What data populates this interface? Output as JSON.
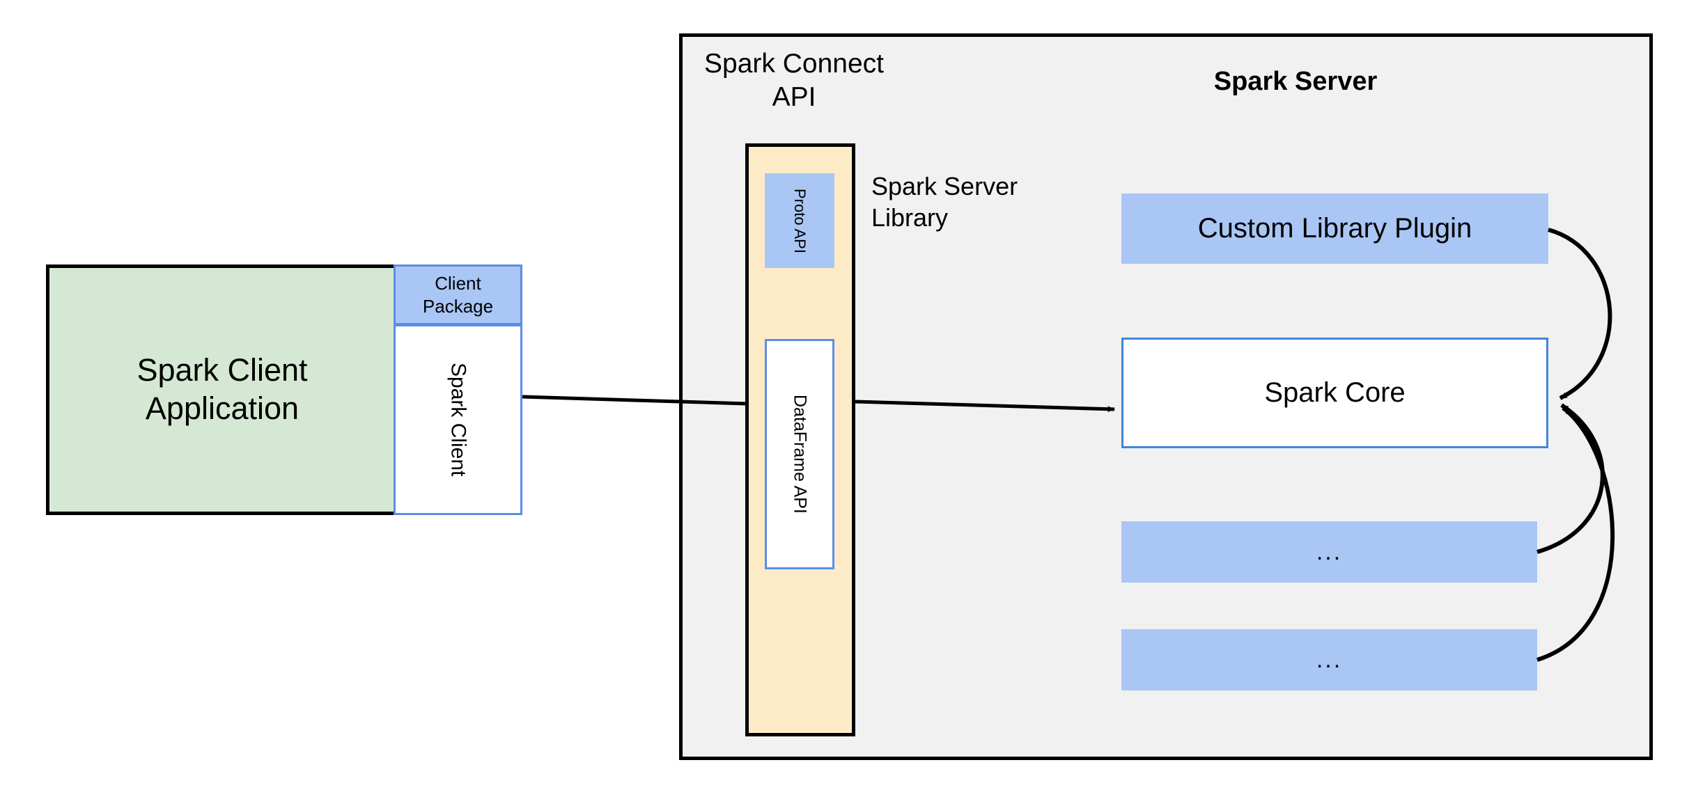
{
  "diagram": {
    "title_semantic": "Spark Connect architecture diagram",
    "colors": {
      "client_app_fill": "#D5E8D4",
      "package_blue_fill": "#A9C6F5",
      "package_blue_border": "#5B8DE8",
      "server_panel_fill": "#F1F1F1",
      "server_library_fill": "#FDEBC8",
      "spark_core_border": "#4285D8",
      "stroke": "#000000"
    }
  },
  "client": {
    "application_label": "Spark Client\nApplication",
    "package_label": "Client\nPackage",
    "client_library_label": "Spark Client"
  },
  "server": {
    "panel_title": "Spark Server",
    "connect_api_label": "Spark Connect\nAPI",
    "server_library_label": "Spark Server\nLibrary",
    "proto_api_label": "Proto API",
    "dataframe_api_label": "DataFrame API",
    "components": [
      {
        "label": "Custom Library Plugin",
        "kind": "plugin"
      },
      {
        "label": "Spark Core",
        "kind": "core"
      },
      {
        "label": "...",
        "kind": "plugin"
      },
      {
        "label": "...",
        "kind": "plugin"
      }
    ]
  },
  "connections": [
    {
      "from": "Spark Client",
      "to": "Spark Server Library",
      "style": "straight-line"
    },
    {
      "from": "Spark Server Library",
      "to": "Spark Core",
      "style": "straight-arrow"
    },
    {
      "from": "Custom Library Plugin",
      "to": "Spark Core",
      "style": "curved-arrow"
    },
    {
      "from": "...",
      "to": "Spark Core",
      "style": "curved-arrow"
    },
    {
      "from": "...",
      "to": "Spark Core",
      "style": "curved-arrow"
    }
  ]
}
